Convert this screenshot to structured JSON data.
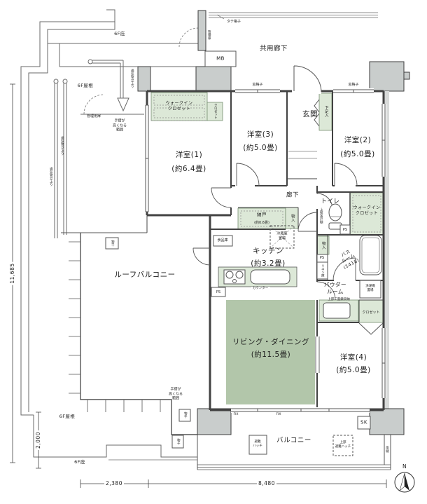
{
  "rooms": {
    "western1": {
      "name": "洋室(1)",
      "size": "(約6.4畳)"
    },
    "western2": {
      "name": "洋室(2)",
      "size": "(約5.0畳)"
    },
    "western3": {
      "name": "洋室(3)",
      "size": "(約5.0畳)"
    },
    "western4": {
      "name": "洋室(4)",
      "size": "(約5.0畳)"
    },
    "living_dining": {
      "name": "リビング・ダイニング",
      "size": "(約11.5畳)"
    },
    "kitchen": {
      "name": "キッチン",
      "size": "(約3.2畳)"
    },
    "nando": {
      "name": "納戸",
      "size": "(約0.6畳)"
    },
    "entrance": "玄関",
    "hallway": "廊下",
    "toilet": "トイレ",
    "bathroom": "バス\nルーム\n(1418)",
    "powder_room": "パウダー\nルーム",
    "common_corridor": "共用廊下",
    "roof_balcony": "ルーフバルコニー",
    "balcony": "バルコニー"
  },
  "storage": {
    "walk_in_closet": "ウォークイン\nクロゼット",
    "closet": "クロゼット",
    "shoe_box": "下足入",
    "monoire": "物入",
    "linen": "リネン庫",
    "pantry": "食品庫"
  },
  "annotations": {
    "eave_6f": "6F庇",
    "roof_6f": "6F屋根",
    "tate_grille": "タテ格子",
    "window_grille": "窓格子",
    "mb": "MB",
    "service_door_small": "管理扉",
    "service_door": "管理用扉",
    "vent_pipe": "通気管立上り",
    "handrail_note": "手摺が\n高くなる\n範囲",
    "laundry_pole": "物干",
    "toilet_shelf": "上部吊戸棚",
    "ps": "PS",
    "fridge_space": "冷蔵庫\n置場",
    "counter": "カウンター",
    "mirror_note": "上部二面鏡収納",
    "washer": "洗濯機\n置場",
    "fix": "FIX",
    "sk": "SK",
    "hatch": "避難\nハッチ",
    "hatch_upper": "上部\n避難ハッチ",
    "rain_gutter": "雨樋",
    "north": "N"
  },
  "dimensions": {
    "height_total": "11,685",
    "height_lower": "2,000",
    "width_left": "2,380",
    "width_main": "8,480"
  },
  "colors": {
    "closet_green": "#dce8d7",
    "living_green": "#b2c6aa",
    "pillar_gray": "#c9cdcc",
    "wall": "#424242"
  }
}
